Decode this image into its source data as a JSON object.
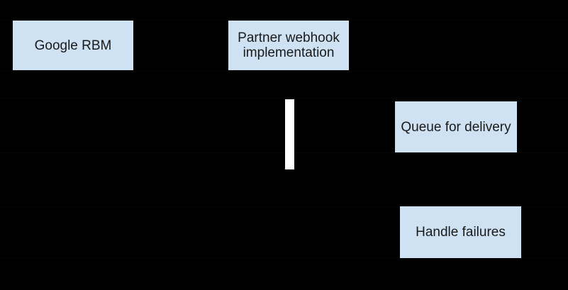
{
  "diagram": {
    "type": "sequence-flow-diagram",
    "colors": {
      "background": "#000000",
      "node_fill": "#cfe2f3",
      "node_text": "#1a1a1a",
      "activation_bar": "#ffffff",
      "faint_row_line": "#060606"
    },
    "nodes": [
      {
        "id": "google-rbm",
        "label": "Google RBM"
      },
      {
        "id": "partner-webhook",
        "label": "Partner webhook implementation"
      },
      {
        "id": "queue-for-delivery",
        "label": "Queue for delivery"
      },
      {
        "id": "handle-failures",
        "label": "Handle failures"
      }
    ],
    "activation_bar": {
      "on_lifeline_of": "partner-webhook",
      "color": "#ffffff"
    }
  }
}
